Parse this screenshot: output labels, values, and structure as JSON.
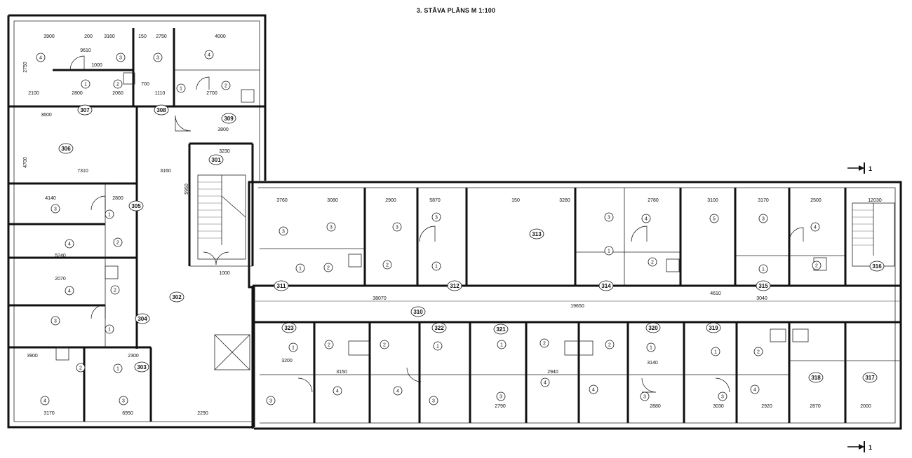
{
  "title": "3. STĀVA PLĀNS   M 1:100",
  "section_marker": "1",
  "rooms": [
    {
      "id": "301"
    },
    {
      "id": "302"
    },
    {
      "id": "303"
    },
    {
      "id": "304"
    },
    {
      "id": "305"
    },
    {
      "id": "306"
    },
    {
      "id": "307"
    },
    {
      "id": "308"
    },
    {
      "id": "309"
    },
    {
      "id": "310"
    },
    {
      "id": "311"
    },
    {
      "id": "312"
    },
    {
      "id": "313"
    },
    {
      "id": "314"
    },
    {
      "id": "315"
    },
    {
      "id": "316"
    },
    {
      "id": "317"
    },
    {
      "id": "318"
    },
    {
      "id": "319"
    },
    {
      "id": "320"
    },
    {
      "id": "321"
    },
    {
      "id": "322"
    },
    {
      "id": "323"
    }
  ],
  "sub_labels": [
    "1",
    "2",
    "3",
    "4",
    "5"
  ],
  "dimensions": [
    "3900",
    "200",
    "3160",
    "150",
    "2750",
    "4000",
    "2100",
    "2800",
    "1000",
    "2060",
    "700",
    "1110",
    "2700",
    "3600",
    "3800",
    "7310",
    "3160",
    "3230",
    "4140",
    "2800",
    "5240",
    "2070",
    "2300",
    "3900",
    "3170",
    "6950",
    "2290",
    "3760",
    "3080",
    "2900",
    "5870",
    "150",
    "3280",
    "2780",
    "3100",
    "3170",
    "2500",
    "12030",
    "38070",
    "19650",
    "3040",
    "3200",
    "3150",
    "2940",
    "3140",
    "2880",
    "2790",
    "3030",
    "2920",
    "2870",
    "2000",
    "1000",
    "4610",
    "4700",
    "2750",
    "9610",
    "5950"
  ]
}
